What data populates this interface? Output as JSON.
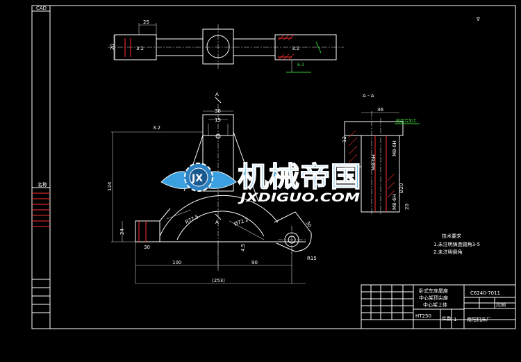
{
  "frame": {
    "corner_label": "CAD",
    "side_label": "名称"
  },
  "dimensions": {
    "top_width": "25",
    "top_height": "20",
    "front_top_width": "36",
    "front_top_inner": "19",
    "front_height": "124",
    "left_boss_height": "24",
    "left_boss_width": "30",
    "bottom_left": "100",
    "bottom_right": "90",
    "total": "(253)",
    "radius_big": "R77.5",
    "diameter_arc": "Ø72.2",
    "small_right": "30",
    "radius_small": "R15",
    "angle_note": "4.5",
    "section_width": "36",
    "section_dims": [
      "12",
      "M8-6H",
      "M8-6H",
      "Ø20",
      "M8-6H",
      "20"
    ]
  },
  "section": {
    "section_label": "A",
    "view_title": "A - A",
    "callout_top": "的组合加工"
  },
  "roughness": {
    "sym1": "∇",
    "sym2": "3.2",
    "sym3": "6.3"
  },
  "notes": {
    "title": "技术要求",
    "line1": "1.未注明铸造圆角3-5",
    "line2": "2.未注明倒角"
  },
  "watermark": {
    "brand_cn": "机械帝国",
    "brand_en": "JXDIGUO.COM",
    "logo_letters": "JX"
  },
  "title_block": {
    "part_name_1": "卧式车床尾座",
    "part_name_2": "中心架顶尖座",
    "part_name_3": "中心架上体",
    "drawing_no": "C6240-7011",
    "material": "HT250",
    "quantity_label": "件数",
    "quantity": "1",
    "company": "南阳机床厂",
    "sheet_label": "比例"
  },
  "colors": {
    "background": "#000000",
    "outline": "#ffffff",
    "hidden": "#ff3030",
    "annotation": "#30d030",
    "watermark": "#3aa0e0"
  }
}
